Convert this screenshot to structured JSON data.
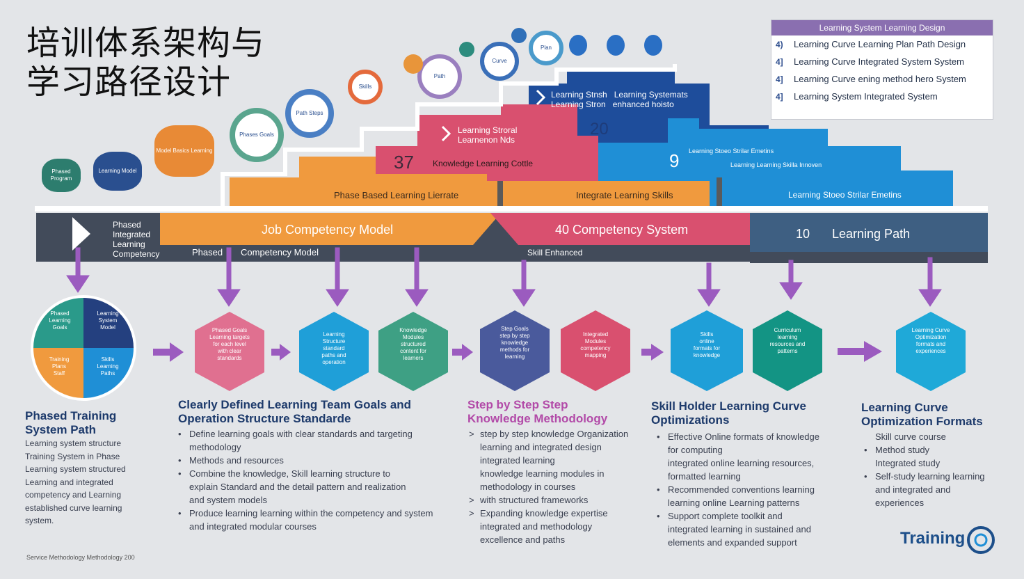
{
  "title": "培训体系架构与\n学习路径设计",
  "legend": {
    "header": "Learning System Learning Design",
    "items": [
      {
        "sym": "4)",
        "text": "Learning Curve Learning Plan Path Design"
      },
      {
        "sym": "4]",
        "text": "Learning Curve  Integrated System System"
      },
      {
        "sym": "4]",
        "text": "Learning Curve  ening method hero System"
      },
      {
        "sym": "4]",
        "text": "Learning System Integrated System"
      }
    ]
  },
  "stairs": {
    "step1": "Phase Based Learning Lierrate",
    "step2": "Integrate Learning Skills",
    "step3": "Learning Stoeo Strilar Emetins",
    "pink_label": "Learning Stroral\nLearnenon Nds",
    "pink_num": "37",
    "pink_sub": "Knowledge Learning Cottle",
    "navy_label": "Learning Stnsh   Learning Systemats\nLearning Stron   enhanced hoisto",
    "navy_num": "20",
    "mid_num": "9",
    "mid_line1": "Learning Stoeo Strilar Emetins",
    "mid_line2": "Learning Learning Skilla Innoven"
  },
  "bubbles": [
    {
      "text": "Phased\nProgram"
    },
    {
      "text": "Learning\nModel"
    },
    {
      "text": "Model\nBasics\nLearning"
    },
    {
      "text": "Phases\nGoals"
    },
    {
      "text": "Path\nSteps"
    },
    {
      "text": "Skills"
    },
    {
      "text": "Path"
    },
    {
      "text": "Curve"
    },
    {
      "text": "Plan"
    }
  ],
  "band": {
    "left_label": "Phased\nIntegrated\nLearning\nCompetency",
    "bar1": "Job Competency Model",
    "bar2": "40 Competency System",
    "bar3_num": "10",
    "bar3": "Learning Path",
    "sub1a": "Phased",
    "sub1b": "Competency Model",
    "sub2": "Skill Enhanced"
  },
  "circle": {
    "q1": "Phased\nLearning\nGoals",
    "q2": "Learning\nSystem\nModel",
    "q3": "Training\nPlans\nStaff",
    "q4": "Skills\nLearning\nPaths"
  },
  "hexes": [
    {
      "text": "Phased Goals\nLearning targets\nfor each level\nwith clear\nstandards"
    },
    {
      "text": "Learning\nStructure\nstandard\npaths and\noperation"
    },
    {
      "text": "Knowledge\nModules\nstructured\ncontent for\nlearners"
    },
    {
      "text": "Step Goals\nstep by step\nknowledge\nmethods for\nlearning"
    },
    {
      "text": "Integrated\nModules\ncompetency\nmapping"
    },
    {
      "text": "Skills\nonline\nformats for\nknowledge"
    },
    {
      "text": "Curriculum\nlearning\nresources and\npatterns"
    },
    {
      "text": "Learning Curve\nOptimization\nformats and\nexperiences"
    }
  ],
  "sections": [
    {
      "title": "Phased Training\nSystem Path",
      "lines": [
        "Learning system structure",
        "Training System in Phase",
        "Learning system structured",
        "Learning and integrated",
        "competency and Learning",
        "established curve learning",
        "system."
      ]
    },
    {
      "title": "Clearly Defined Learning Team Goals and\nOperation Structure Standarde",
      "bullets": [
        "Define learning goals with clear standards and targeting",
        "methodology",
        "Methods and resources",
        "Combine the knowledge, Skill learning structure to",
        "explain Standard and the detail pattern and realization",
        "and system models",
        "Produce learning learning  within the competency and system",
        "and integrated modular courses"
      ]
    },
    {
      "title": "Step by Step Step\nKnowledge Methodology",
      "bullets": [
        "step by step knowledge Organization",
        "learning and integrated design",
        "integrated learning",
        "knowledge learning modules in",
        "methodology in courses",
        "with structured frameworks",
        "Expanding knowledge expertise",
        "integrated and methodology",
        "excellence and paths"
      ]
    },
    {
      "title": "Skill Holder Learning Curve\nOptimizations",
      "bullets": [
        "Effective Online formats of knowledge",
        "for computing",
        "integrated online learning resources,",
        "formatted learning",
        "Recommended conventions learning",
        "learning online Learning patterns",
        "Support complete toolkit and",
        "integrated learning in sustained and",
        "elements and expanded support"
      ]
    },
    {
      "title": "Learning Curve\nOptimization Formats",
      "bullets": [
        "Skill curve course",
        "Method study",
        "Integrated study",
        "Self-study learning learning",
        "and integrated and",
        "experiences"
      ]
    }
  ],
  "brand": "Training",
  "footer": "Service Methodology Methodology 200",
  "colors": {
    "orange": "#f09a3e",
    "pink": "#d9506f",
    "navy": "#1e4d9b",
    "blue": "#1f8fd6",
    "teal": "#1f9a8a",
    "purple": "#9b5bbf",
    "slate": "#424b5a"
  }
}
